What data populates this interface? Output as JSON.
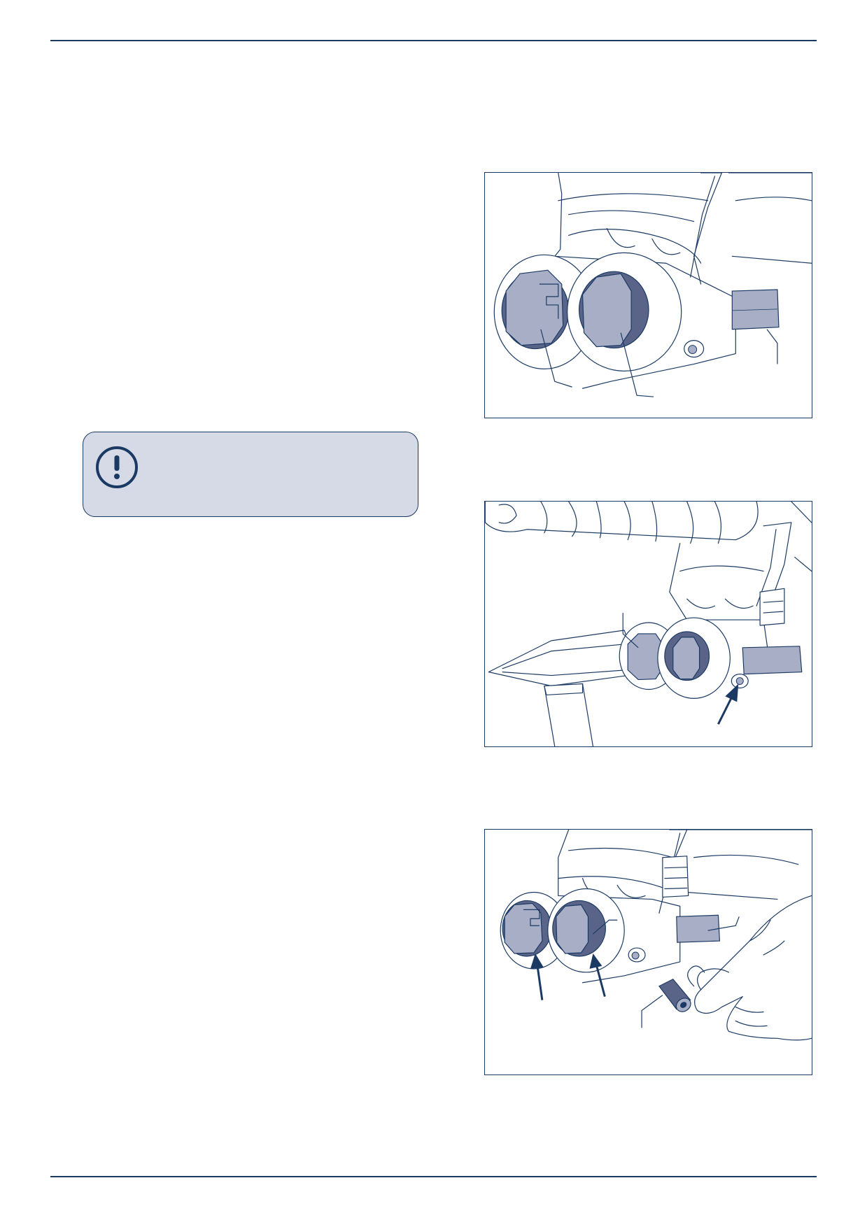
{
  "page": {
    "notice": {
      "icon": "exclamation-circle-icon",
      "text": ""
    },
    "figures": [
      {
        "name": "figure-1-two-bolts-and-pin"
      },
      {
        "name": "figure-2-hammer-tapping-bolts"
      },
      {
        "name": "figure-3-hand-inserting-sleeve"
      }
    ]
  },
  "colors": {
    "rule": "#1b3a63",
    "notice_background": "#d6dae6",
    "part_fill": "#a7aec6",
    "part_dark": "#5a6488",
    "line": "#1b3a63"
  }
}
